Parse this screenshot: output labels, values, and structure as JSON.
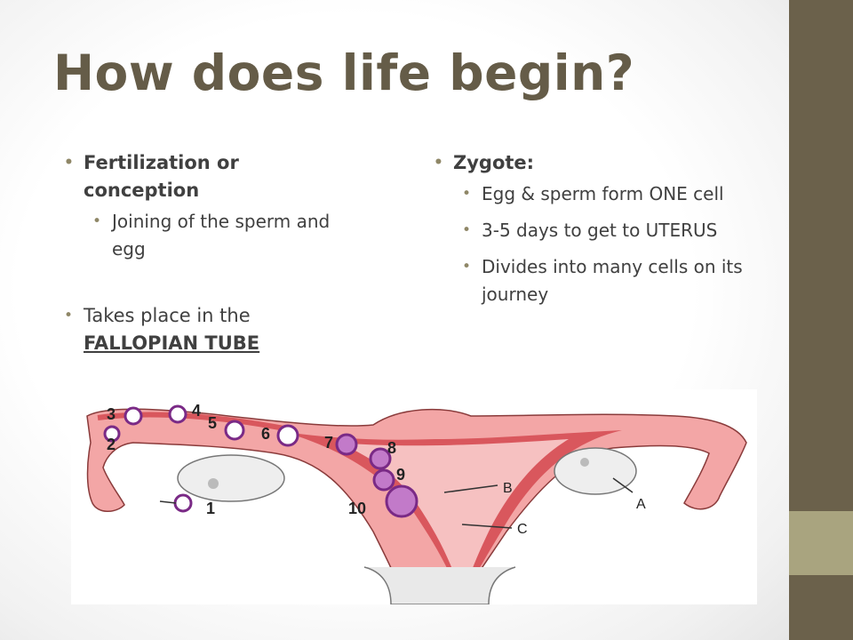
{
  "title": "How does life begin?",
  "left": {
    "b1": "Fertilization or conception",
    "b1_sub": "Joining of the sperm and egg",
    "b2_prefix": "Takes place in the ",
    "b2_emph": "FALLOPIAN TUBE"
  },
  "right": {
    "b1": "Zygote:",
    "subs": [
      "Egg & sperm form ONE cell",
      "3-5 days to get to UTERUS",
      "Divides into many cells on its journey"
    ]
  },
  "diagram": {
    "stage_labels": [
      "1",
      "2",
      "3",
      "4",
      "5",
      "6",
      "7",
      "8",
      "9",
      "10"
    ],
    "part_labels": [
      "A",
      "B",
      "C"
    ]
  },
  "colors": {
    "title": "#655c48",
    "sidebar": "#6b614b",
    "sidebar_accent": "#a9a47f",
    "uterus_tissue": "#f3a6a6",
    "uterus_lining": "#d9575d",
    "cavity": "#f6c1c1",
    "cell": "#7a2a86"
  }
}
